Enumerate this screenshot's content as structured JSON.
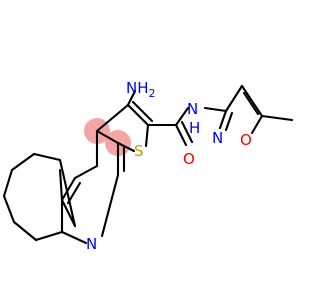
{
  "molecule": {
    "highlight_color": "#f4a5a5",
    "bond_color": "#000000",
    "atoms": {
      "amine": {
        "symbol": "NH",
        "subscript": "2",
        "color": "#0000ff"
      },
      "amide_nh": {
        "symbol": "N",
        "h": "H",
        "color": "#0000ff"
      },
      "amide_o": {
        "symbol": "O",
        "color": "#ff0000"
      },
      "ring_n_pyridine": {
        "symbol": "N",
        "color": "#0000ff"
      },
      "thiophene_s": {
        "symbol": "S",
        "color": "#b8a200"
      },
      "isoxazole_n": {
        "symbol": "N",
        "color": "#0000ff"
      },
      "isoxazole_o": {
        "symbol": "O",
        "color": "#ff0000"
      }
    }
  }
}
